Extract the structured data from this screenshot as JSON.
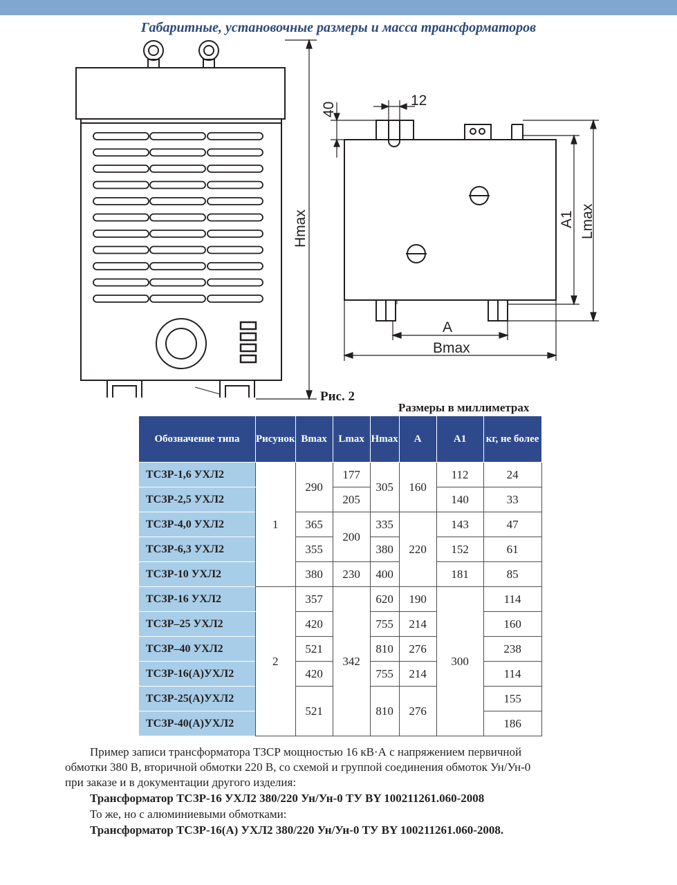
{
  "title": "Габаритные, установочные размеры и масса трансформаторов",
  "figure_caption": "Рис. 2",
  "units_caption": "Размеры в миллиметрах",
  "dims": {
    "hmax": "Hmax",
    "d40": "40",
    "d12": "12",
    "a1": "A1",
    "lmax": "Lmax",
    "a": "A",
    "bmax": "Bmax"
  },
  "table": {
    "headers": {
      "type": "Обозначение типа",
      "figure": "Рисунок",
      "bmax": "Bmax",
      "lmax": "Lmax",
      "hmax": "Hmax",
      "a": "A",
      "a1": "A1",
      "mass": "кг, не более"
    },
    "rows": [
      {
        "type": "ТСЗР-1,6 УХЛ2",
        "figure": "1",
        "bmax": "290",
        "lmax": "177",
        "hmax": "305",
        "a": "160",
        "a1": "112",
        "mass": "24"
      },
      {
        "type": "ТСЗР-2,5 УХЛ2",
        "figure": "1",
        "bmax": "290",
        "lmax": "205",
        "hmax": "305",
        "a": "160",
        "a1": "140",
        "mass": "33"
      },
      {
        "type": "ТСЗР-4,0 УХЛ2",
        "figure": "1",
        "bmax": "365",
        "lmax": "200",
        "hmax": "335",
        "a": "220",
        "a1": "143",
        "mass": "47"
      },
      {
        "type": "ТСЗР-6,3 УХЛ2",
        "figure": "1",
        "bmax": "355",
        "lmax": "200",
        "hmax": "380",
        "a": "220",
        "a1": "152",
        "mass": "61"
      },
      {
        "type": "ТСЗР-10 УХЛ2",
        "figure": "1",
        "bmax": "380",
        "lmax": "230",
        "hmax": "400",
        "a": "220",
        "a1": "181",
        "mass": "85"
      },
      {
        "type": "ТСЗР-16 УХЛ2",
        "figure": "2",
        "bmax": "357",
        "lmax": "342",
        "hmax": "620",
        "a": "190",
        "a1": "300",
        "mass": "114"
      },
      {
        "type": "ТСЗР–25 УХЛ2",
        "figure": "2",
        "bmax": "420",
        "lmax": "342",
        "hmax": "755",
        "a": "214",
        "a1": "300",
        "mass": "160"
      },
      {
        "type": "ТСЗР–40 УХЛ2",
        "figure": "2",
        "bmax": "521",
        "lmax": "342",
        "hmax": "810",
        "a": "276",
        "a1": "300",
        "mass": "238"
      },
      {
        "type": "ТСЗР-16(А)УХЛ2",
        "figure": "2",
        "bmax": "420",
        "lmax": "342",
        "hmax": "755",
        "a": "214",
        "a1": "300",
        "mass": "114"
      },
      {
        "type": "ТСЗР-25(А)УХЛ2",
        "figure": "2",
        "bmax": "521",
        "lmax": "342",
        "hmax": "810",
        "a": "276",
        "a1": "300",
        "mass": "155"
      },
      {
        "type": "ТСЗР-40(А)УХЛ2",
        "figure": "2",
        "bmax": "521",
        "lmax": "342",
        "hmax": "810",
        "a": "276",
        "a1": "300",
        "mass": "186"
      }
    ]
  },
  "text": {
    "line1": "Пример записи трансформатора ТЗСР мощностью 16 кВ·А с напряжением первичной",
    "line2": "обмотки 380 В, вторичной обмотки 220 В, со схемой и группой соединения обмоток  Ун/Ун-0",
    "line3": "при заказе и в документации другого изделия:",
    "line4": "Трансформатор ТСЗР-16 УХЛ2 380/220   Ун/Ун-0 ТУ  BY 100211261.060-2008",
    "line5": "То же, но с алюминиевыми обмотками:",
    "line6": "Трансформатор ТСЗР-16(А) УХЛ2 380/220   Ун/Ун-0 ТУ  BY 100211261.060-2008."
  }
}
